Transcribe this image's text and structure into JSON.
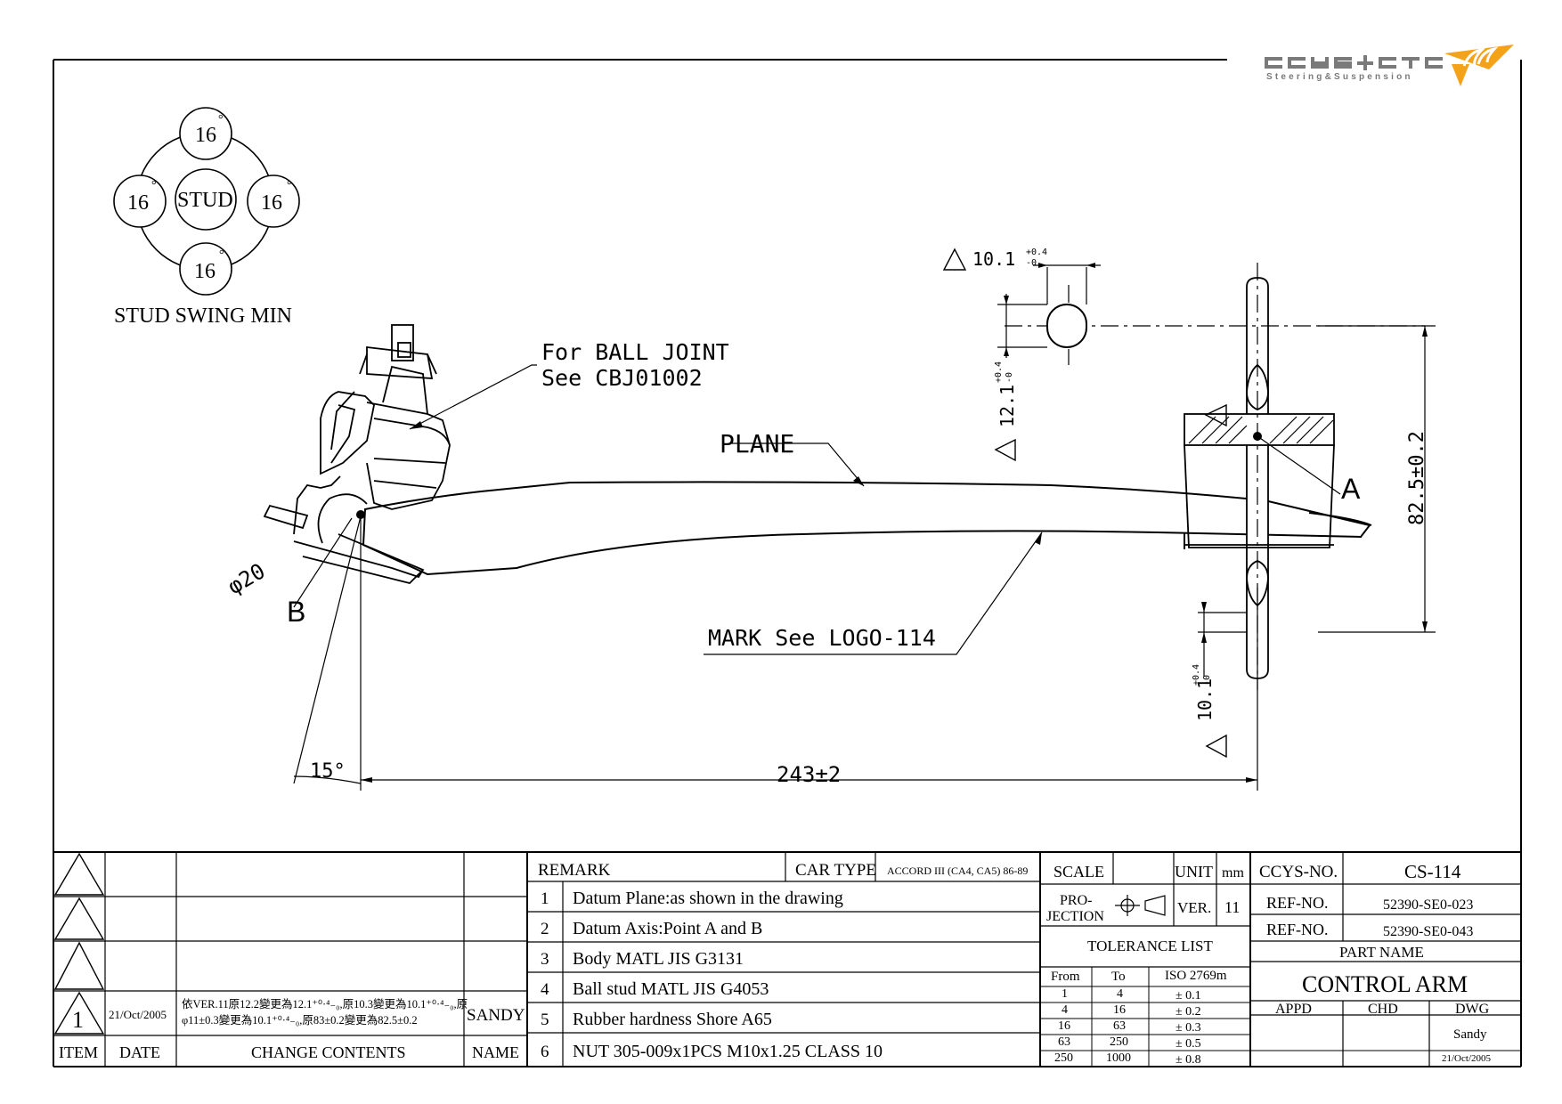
{
  "logo": {
    "name": "CCYS+CTC",
    "tagline": "Steering&Suspension",
    "accent": "#F5A21B",
    "gray": "#7A7A7A"
  },
  "swing": {
    "top": "16",
    "left": "16",
    "right": "16",
    "bottom": "16",
    "degree": "°",
    "center": "STUD",
    "caption": "STUD SWING MIN"
  },
  "annotations": {
    "ball_joint_1": "For BALL JOINT",
    "ball_joint_2": "See CBJ01002",
    "plane": "PLANE",
    "mark": "MARK See LOGO-114",
    "phi20": "φ20",
    "point_b": "B",
    "point_a": "A",
    "angle": "15°",
    "length": "243±2",
    "dim_top_bore": "10.1",
    "dim_vert_bore": "12.1",
    "dim_lower_bore": "10.1",
    "dim_height": "82.5±0.2",
    "tol_plus": "+0.4",
    "tol_minus": "-0"
  },
  "revision": {
    "row1": {
      "item": "1",
      "date": "21/Oct/2005",
      "contents_1": "依VER.11原12.2變更為12.1⁺⁰·⁴₋₀,原10.3變更為10.1⁺⁰·⁴₋₀,原",
      "contents_2": "φ11±0.3變更為10.1⁺⁰·⁴₋₀,原83±0.2變更為82.5±0.2",
      "name": "SANDY"
    },
    "headers": {
      "item": "ITEM",
      "date": "DATE",
      "contents": "CHANGE CONTENTS",
      "name": "NAME"
    }
  },
  "remarks": {
    "title": "REMARK",
    "car_type_label": "CAR TYPE",
    "car_type_value": "ACCORD III (CA4, CA5) 86-89",
    "items": [
      {
        "no": "1",
        "text": "Datum Plane:as shown in the drawing"
      },
      {
        "no": "2",
        "text": "Datum Axis:Point A and B"
      },
      {
        "no": "3",
        "text": "Body MATL JIS G3131"
      },
      {
        "no": "4",
        "text": "Ball stud MATL JIS G4053"
      },
      {
        "no": "5",
        "text": "Rubber hardness Shore A65"
      },
      {
        "no": "6",
        "text": "NUT 305-009x1PCS M10x1.25 CLASS 10"
      }
    ]
  },
  "info": {
    "scale_label": "SCALE",
    "unit_label": "UNIT",
    "unit_value": "mm",
    "projection_label_1": "PRO-",
    "projection_label_2": "JECTION",
    "ver_label": "VER.",
    "ver_value": "11",
    "tolerance_title": "TOLERANCE LIST",
    "tol_headers": {
      "from": "From",
      "to": "To",
      "iso": "ISO 2769m"
    },
    "tol_rows": [
      {
        "from": "1",
        "to": "4",
        "tol": "± 0.1"
      },
      {
        "from": "4",
        "to": "16",
        "tol": "± 0.2"
      },
      {
        "from": "16",
        "to": "63",
        "tol": "± 0.3"
      },
      {
        "from": "63",
        "to": "250",
        "tol": "± 0.5"
      },
      {
        "from": "250",
        "to": "1000",
        "tol": "± 0.8"
      }
    ]
  },
  "title_block": {
    "ccys_label": "CCYS-NO.",
    "ccys_value": "CS-114",
    "ref1_label": "REF-NO.",
    "ref1_value": "52390-SE0-023",
    "ref2_label": "REF-NO.",
    "ref2_value": "52390-SE0-043",
    "part_name_label": "PART NAME",
    "part_name": "CONTROL ARM",
    "appd": "APPD",
    "chd": "CHD",
    "dwg": "DWG",
    "dwg_name": "Sandy",
    "dwg_date": "21/Oct/2005"
  }
}
